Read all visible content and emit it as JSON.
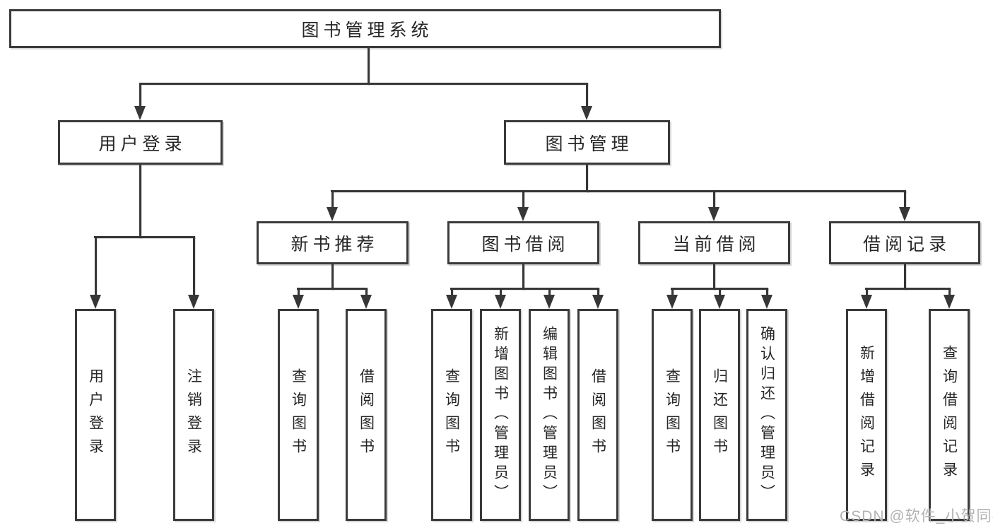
{
  "diagram": {
    "title": "图书管理系统",
    "branches": {
      "user_login": {
        "label": "用户登录",
        "children": [
          "用户登录",
          "注销登录"
        ]
      },
      "book_management": {
        "label": "图书管理",
        "sections": {
          "new_book_recommend": {
            "label": "新书推荐",
            "children": [
              "查询图书",
              "借阅图书"
            ]
          },
          "book_borrowing": {
            "label": "图书借阅",
            "children": [
              "查询图书",
              "新增图书（管理员）",
              "编辑图书（管理员）",
              "借阅图书"
            ]
          },
          "current_borrowing": {
            "label": "当前借阅",
            "children": [
              "查询图书",
              "归还图书",
              "确认归还（管理员）"
            ]
          },
          "borrowing_records": {
            "label": "借阅记录",
            "children": [
              "新增借阅记录",
              "查询借阅记录"
            ]
          }
        }
      }
    }
  },
  "watermark": {
    "text": "CSDN @软件_小贺同学"
  },
  "colors": {
    "line": "#373737",
    "box_border": "#3a3a3a",
    "text": "#262626",
    "watermark_text": "#b3b3b3",
    "background": "#ffffff"
  }
}
